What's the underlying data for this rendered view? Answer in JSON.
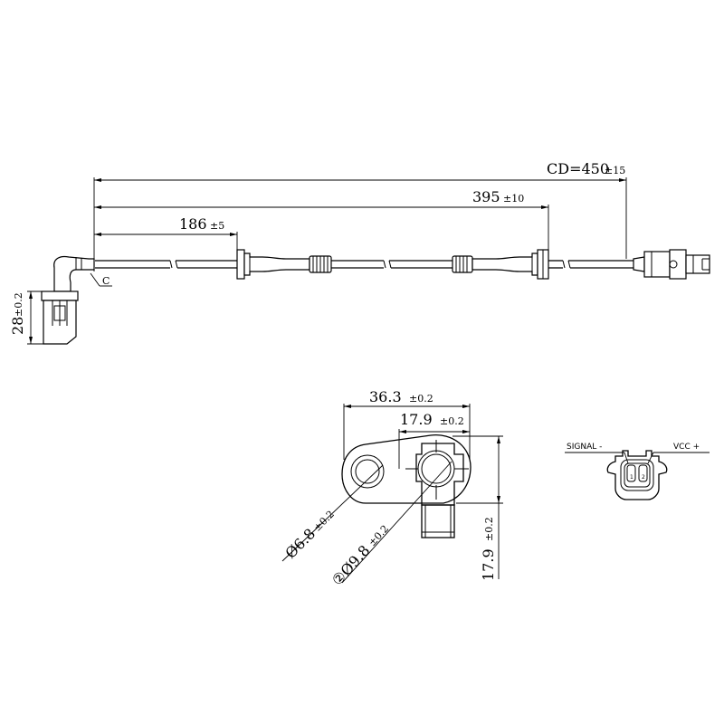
{
  "dimensions": {
    "cd": {
      "main": "CD=450",
      "tol": "±15"
    },
    "d395": {
      "main": "395",
      "tol": "±10"
    },
    "d186": {
      "main": "186",
      "tol": "±5"
    },
    "d28": {
      "main": "28",
      "tol": "±0.2"
    },
    "c_label": "C",
    "d363": {
      "main": "36.3",
      "tol": "±0.2"
    },
    "d179a": {
      "main": "17.9",
      "tol": "±0.2"
    },
    "d179b": {
      "main": "17.9",
      "tol": "±0.2"
    },
    "dia68": {
      "main": "Ø6.8",
      "tol": "±0.2"
    },
    "dia98": {
      "main": "②Ø9.8",
      "tol": "±0.2"
    }
  },
  "connector": {
    "signal_label": "SIGNAL -",
    "vcc_label": "VCC +",
    "pin1": "1",
    "pin2": "2"
  }
}
